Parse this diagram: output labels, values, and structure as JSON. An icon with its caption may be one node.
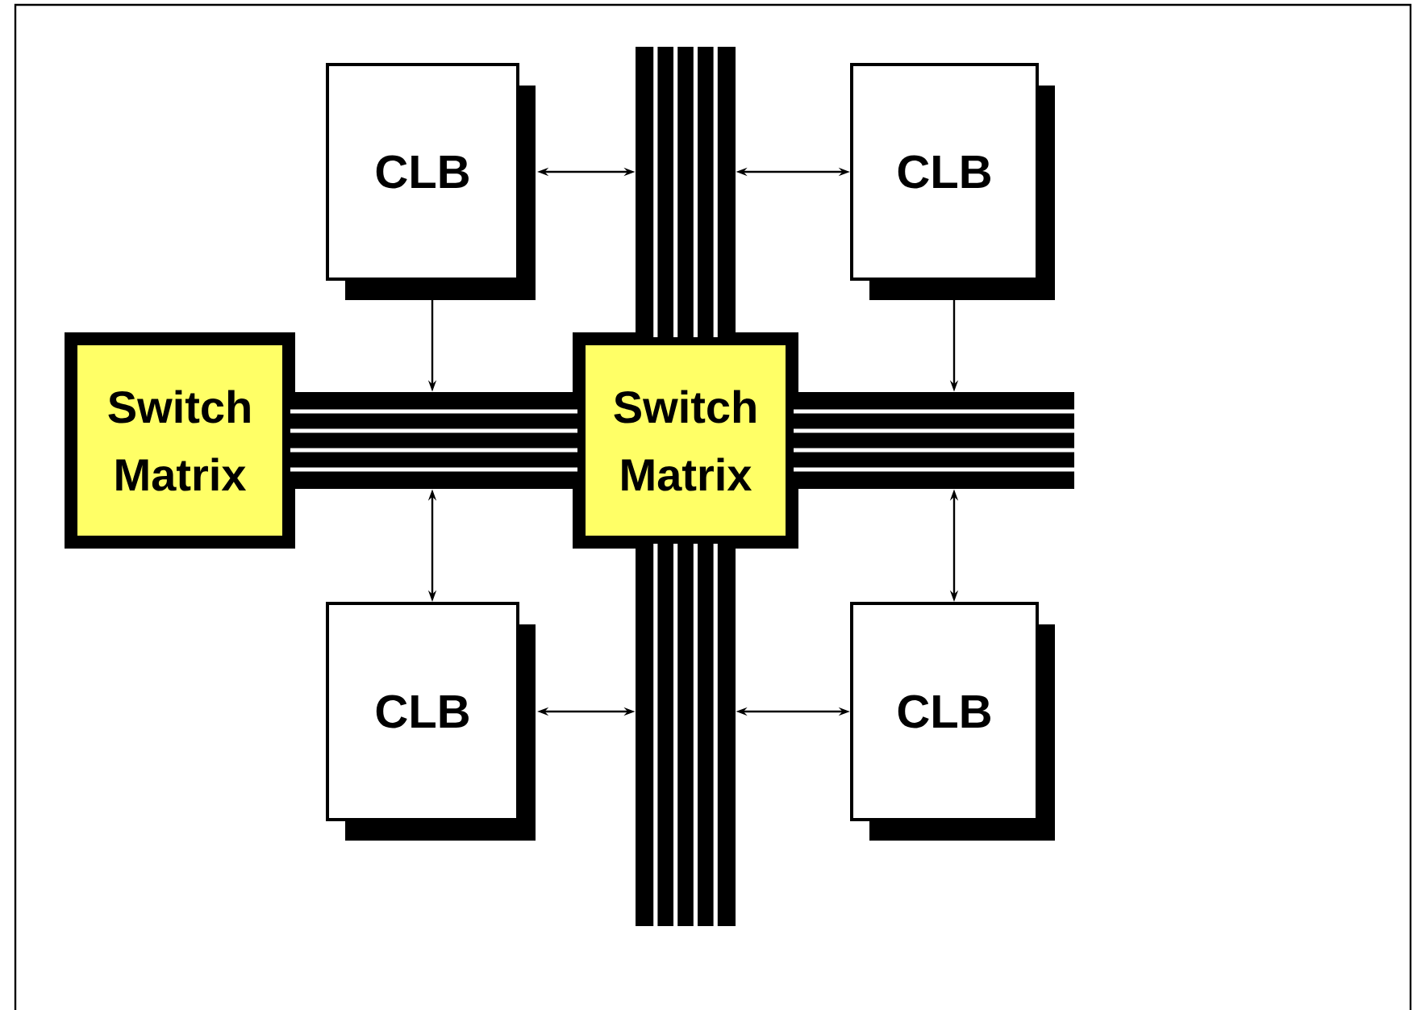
{
  "diagram": {
    "nodes": [
      {
        "text": [
          "CLB"
        ]
      },
      {
        "text": [
          "CLB"
        ]
      },
      {
        "text": [
          "Switch Matrix"
        ]
      },
      {
        "text": [
          "Switch Matrix"
        ]
      },
      {
        "text": [
          "CLB"
        ]
      },
      {
        "text": [
          "CLB"
        ]
      },
      {
        "text": [],
        "shape": "bar"
      },
      {
        "text": [],
        "shape": "bar"
      },
      {
        "text": [],
        "shape": "bar"
      },
      {
        "text": [],
        "shape": "bar"
      }
    ],
    "edges": [
      {
        "from": 0,
        "to": 6,
        "arrow": "both"
      },
      {
        "from": 1,
        "to": 6,
        "arrow": "both"
      },
      {
        "from": 0,
        "to": 8,
        "arrow": "to"
      },
      {
        "from": 1,
        "to": 9,
        "arrow": "to"
      },
      {
        "from": 4,
        "to": 8,
        "arrow": "both"
      },
      {
        "from": 5,
        "to": 9,
        "arrow": "both"
      },
      {
        "from": 4,
        "to": 7,
        "arrow": "both"
      },
      {
        "from": 5,
        "to": 7,
        "arrow": "both"
      }
    ]
  }
}
